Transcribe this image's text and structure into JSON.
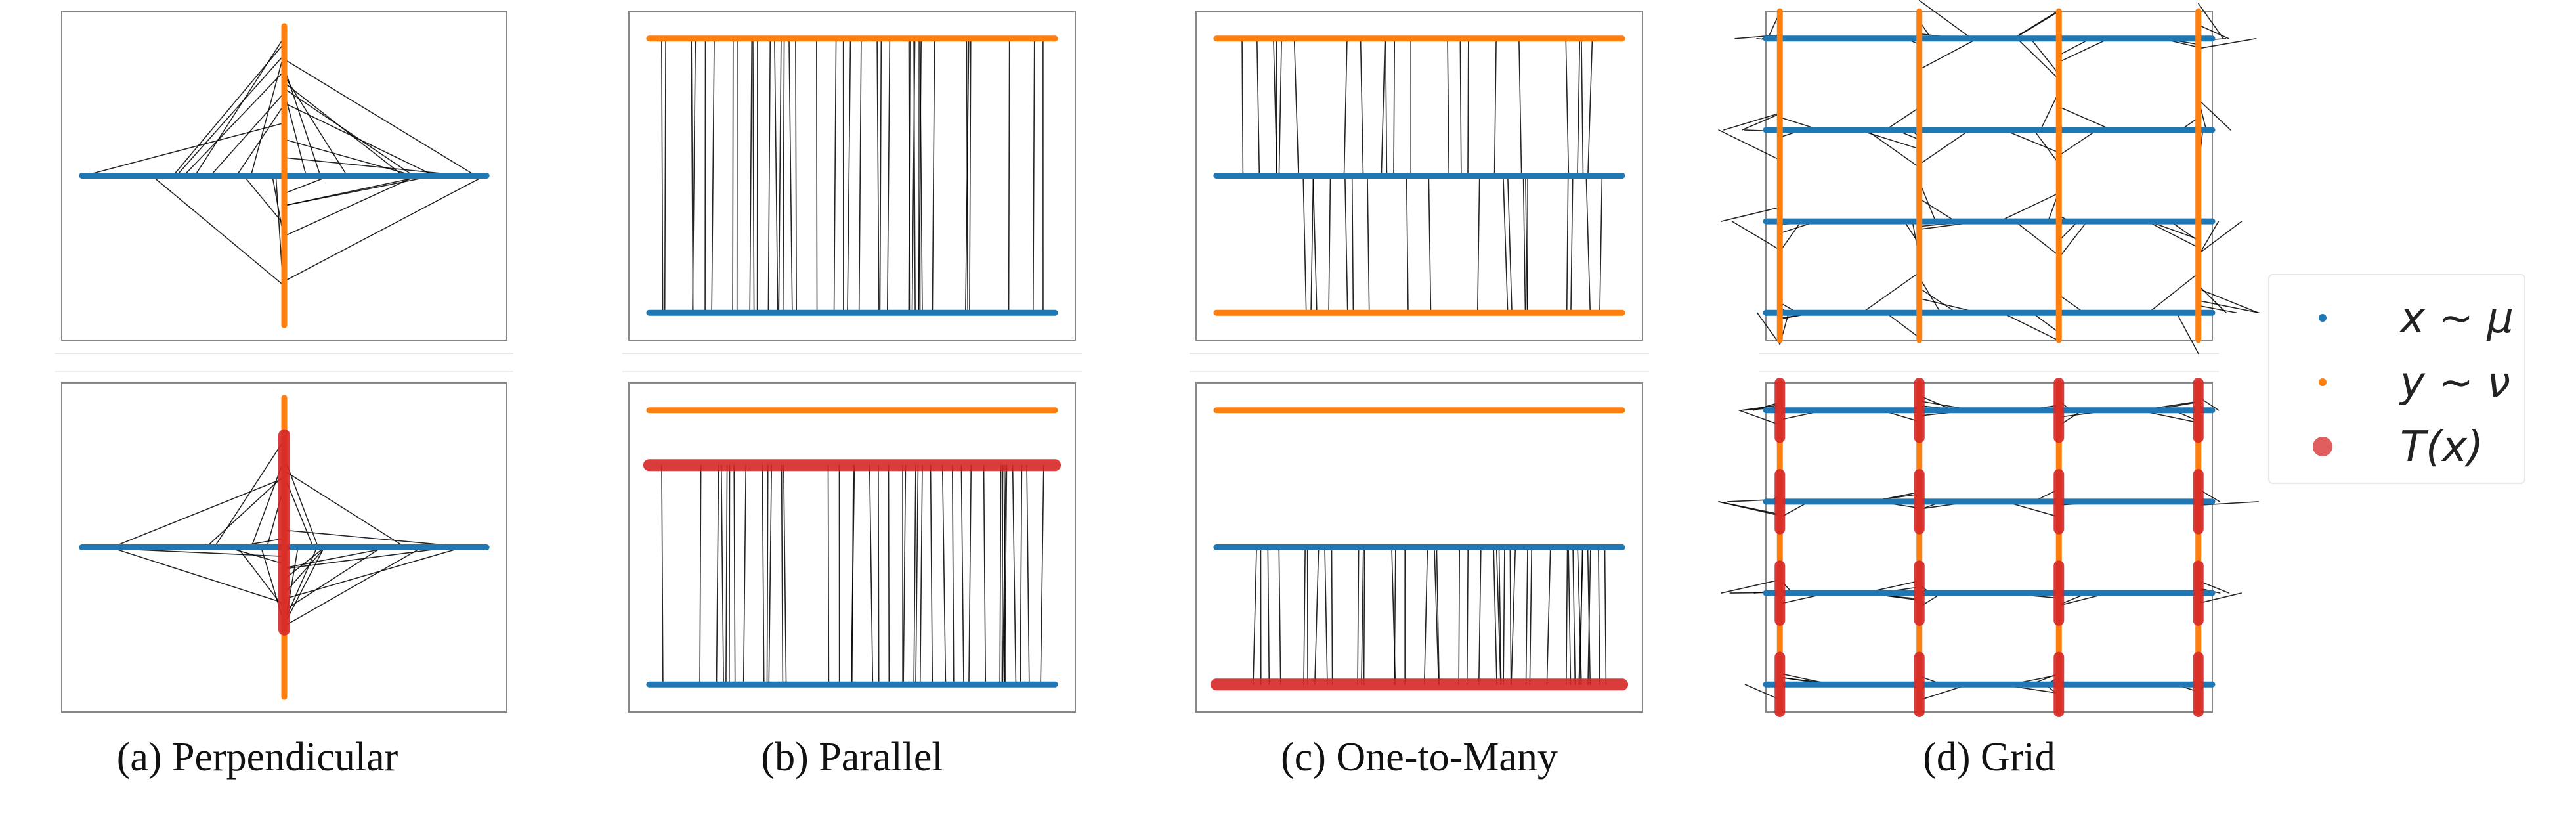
{
  "colors": {
    "x": "#1f77b4",
    "y": "#ff7f0e",
    "Tx": "#d62728",
    "map": "#000000",
    "frame": "#888888"
  },
  "captions": [
    "(a) Perpendicular",
    "(b) Parallel",
    "(c) One-to-Many",
    "(d) Grid"
  ],
  "legend": {
    "items": [
      {
        "label": "x ∼ μ",
        "color_key": "x",
        "marker": "small-dot"
      },
      {
        "label": "y ∼ ν",
        "color_key": "y",
        "marker": "small-dot"
      },
      {
        "label": "T(x)",
        "color_key": "Tx",
        "marker": "large-dot"
      }
    ]
  },
  "chart_data": [
    {
      "type": "scatter",
      "panel": "a",
      "row": "top",
      "description_source": "x ∼ μ horizontal segment, y ∼ ν vertical segment, lines show transport map",
      "xlim": [
        -1.1,
        1.1
      ],
      "ylim": [
        -1.1,
        1.1
      ],
      "series": [
        {
          "name": "x ∼ μ",
          "segment": [
            [
              -1,
              0
            ],
            [
              1,
              0
            ]
          ]
        },
        {
          "name": "y ∼ ν",
          "segment": [
            [
              0,
              -1
            ],
            [
              0,
              1
            ]
          ]
        }
      ]
    },
    {
      "type": "scatter",
      "panel": "a",
      "row": "bottom",
      "xlim": [
        -1.1,
        1.1
      ],
      "ylim": [
        -1.1,
        1.1
      ],
      "series": [
        {
          "name": "x ∼ μ",
          "segment": [
            [
              -1,
              0
            ],
            [
              1,
              0
            ]
          ]
        },
        {
          "name": "y ∼ ν",
          "segment": [
            [
              0,
              -1
            ],
            [
              0,
              1
            ]
          ]
        },
        {
          "name": "T(x)",
          "segment": [
            [
              0,
              -0.55
            ],
            [
              0,
              0.75
            ]
          ]
        }
      ]
    },
    {
      "type": "scatter",
      "panel": "b",
      "row": "top",
      "xlim": [
        -1.1,
        1.1
      ],
      "ylim": [
        -0.1,
        1.1
      ],
      "series": [
        {
          "name": "y ∼ ν",
          "segment": [
            [
              -1,
              1
            ],
            [
              1,
              1
            ]
          ]
        },
        {
          "name": "x ∼ μ",
          "segment": [
            [
              -1,
              0
            ],
            [
              1,
              0
            ]
          ]
        }
      ]
    },
    {
      "type": "scatter",
      "panel": "b",
      "row": "bottom",
      "xlim": [
        -1.1,
        1.1
      ],
      "ylim": [
        -0.1,
        1.1
      ],
      "series": [
        {
          "name": "y ∼ ν",
          "segment": [
            [
              -1,
              1
            ],
            [
              1,
              1
            ]
          ]
        },
        {
          "name": "T(x)",
          "segment": [
            [
              -1,
              0.8
            ],
            [
              1,
              0.8
            ]
          ]
        },
        {
          "name": "x ∼ μ",
          "segment": [
            [
              -1,
              0
            ],
            [
              1,
              0
            ]
          ]
        }
      ]
    },
    {
      "type": "scatter",
      "panel": "c",
      "row": "top",
      "xlim": [
        -1.1,
        1.1
      ],
      "ylim": [
        -0.1,
        1.1
      ],
      "series": [
        {
          "name": "y ∼ ν",
          "segment": [
            [
              -1,
              1
            ],
            [
              1,
              1
            ]
          ]
        },
        {
          "name": "x ∼ μ",
          "segment": [
            [
              -1,
              0.5
            ],
            [
              1,
              0.5
            ]
          ]
        },
        {
          "name": "y ∼ ν",
          "segment": [
            [
              -1,
              0
            ],
            [
              1,
              0
            ]
          ]
        }
      ]
    },
    {
      "type": "scatter",
      "panel": "c",
      "row": "bottom",
      "xlim": [
        -1.1,
        1.1
      ],
      "ylim": [
        -0.1,
        1.1
      ],
      "series": [
        {
          "name": "y ∼ ν",
          "segment": [
            [
              -1,
              1
            ],
            [
              1,
              1
            ]
          ]
        },
        {
          "name": "x ∼ μ",
          "segment": [
            [
              -1,
              0.5
            ],
            [
              1,
              0.5
            ]
          ]
        },
        {
          "name": "T(x)",
          "segment": [
            [
              -1,
              0
            ],
            [
              1,
              0
            ]
          ]
        }
      ]
    },
    {
      "type": "scatter",
      "panel": "d",
      "row": "top",
      "xlim": [
        -0.1,
        3.1
      ],
      "ylim": [
        -0.3,
        3.3
      ],
      "series": [
        {
          "name": "x ∼ μ",
          "rows_y": [
            0,
            1,
            2,
            3
          ],
          "x_range": [
            -0.1,
            3.1
          ]
        },
        {
          "name": "y ∼ ν",
          "cols_x": [
            0,
            1,
            2,
            3
          ],
          "y_range": [
            -0.3,
            3.3
          ]
        }
      ]
    },
    {
      "type": "scatter",
      "panel": "d",
      "row": "bottom",
      "xlim": [
        -0.1,
        3.1
      ],
      "ylim": [
        -0.3,
        3.3
      ],
      "series": [
        {
          "name": "x ∼ μ",
          "rows_y": [
            0,
            1,
            2,
            3
          ],
          "x_range": [
            -0.1,
            3.1
          ]
        },
        {
          "name": "y ∼ ν",
          "cols_x": [
            0,
            1,
            2,
            3
          ],
          "y_range": [
            -0.3,
            3.3
          ]
        },
        {
          "name": "T(x)",
          "cols_x": [
            0,
            1,
            2,
            3
          ],
          "y_range": [
            -0.3,
            3.3
          ]
        }
      ]
    }
  ]
}
